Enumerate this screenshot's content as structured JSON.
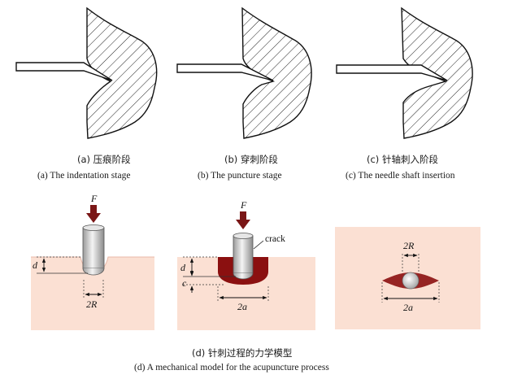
{
  "panels": {
    "a": {
      "caption_zh": "(a) 压痕阶段",
      "caption_en": "(a)  The indentation stage"
    },
    "b": {
      "caption_zh": "(b) 穿刺阶段",
      "caption_en": "(b)  The puncture stage"
    },
    "c": {
      "caption_zh": "(c) 针轴刺入阶段",
      "caption_en": "(c)  The needle shaft insertion"
    }
  },
  "models": {
    "indent": {
      "force": "F",
      "depth": "d",
      "width": "2R"
    },
    "puncture": {
      "force": "F",
      "crack": "crack",
      "depth": "d",
      "crack_depth": "c",
      "width": "2a"
    },
    "topview": {
      "inner": "2R",
      "outer": "2a"
    }
  },
  "figure_caption": {
    "zh": "(d) 针刺过程的力学模型",
    "en": "(d)  A mechanical model for the acupuncture process"
  },
  "colors": {
    "tissue": "#fbe0d3",
    "crack": "#8b1010",
    "force_arrow": "#7a1616",
    "needle": "#cfcfcf"
  }
}
